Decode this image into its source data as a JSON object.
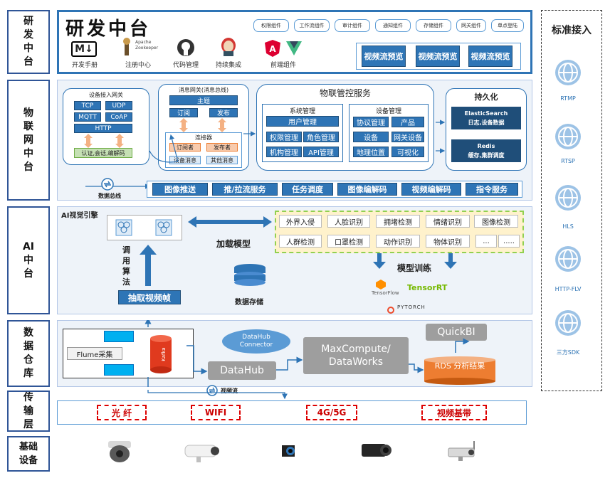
{
  "layers": {
    "rd": "研发中台",
    "iot": "物联网中台",
    "ai": "AI中台",
    "dw": "数据仓库",
    "trans": "传输层",
    "base": "基础设备"
  },
  "rd": {
    "title": "研发中台",
    "components": [
      "权限组件",
      "工作流组件",
      "审计组件",
      "通知组件",
      "存储组件",
      "网关组件",
      "单点登陆"
    ],
    "tools": [
      "开发手册",
      "注册中心",
      "代码管理",
      "持续集成",
      "前端组件"
    ],
    "zookeeper_text": "Apache Zookeeper",
    "video_preview": [
      "视频流预览",
      "视频流预览",
      "视频流预览"
    ]
  },
  "iot": {
    "device_gateway": {
      "title": "设备接入网关",
      "protocols": [
        "TCP",
        "UDP",
        "MQTT",
        "CoAP",
        "HTTP"
      ],
      "auth": "认证,会话,编解码"
    },
    "msg_gateway": {
      "title": "消息网关(消息总线)",
      "topic": "主题",
      "subscribe": "订阅",
      "publish": "发布",
      "connector": "连接器",
      "subscriber": "订阅者",
      "publisher": "发布者",
      "device_msg": "设备消息",
      "other_msg": "其他消息"
    },
    "control": {
      "title": "物联管控服务",
      "sys_title": "系统管理",
      "sys_items": [
        "用户管理",
        "权限管理",
        "角色管理",
        "机构管理",
        "API管理"
      ],
      "dev_title": "设备管理",
      "dev_items": [
        "协议管理",
        "产品",
        "设备",
        "网关设备",
        "地理位置",
        "可视化"
      ]
    },
    "persist": {
      "title": "持久化",
      "es_title": "ElasticSearch",
      "es_desc": "日志,设备数据",
      "redis_title": "Redis",
      "redis_desc": "缓存,集群调度"
    },
    "bus_label": "数据总线",
    "services": [
      "图像推送",
      "推/拉流服务",
      "任务调度",
      "图像编解码",
      "视频编解码",
      "指令服务"
    ]
  },
  "ai": {
    "title": "AI视觉引擎",
    "call_algo": "调用算法",
    "load_model": "加载模型",
    "extract": "抽取视频帧",
    "storage": "数据存储",
    "train": "模型训练",
    "models": [
      "外界入侵",
      "人脸识别",
      "拥堵检测",
      "情绪识别",
      "图像检测",
      "人群检测",
      "口罩检测",
      "动作识别",
      "物体识别",
      "...",
      "....."
    ],
    "frameworks": [
      "TensorFlow",
      "TensorRT",
      "PYTORCH"
    ]
  },
  "dw": {
    "flume": "Flume采集",
    "kafka": "Kafka",
    "hub_connector": "DataHub Connector",
    "datahub": "DataHub",
    "maxcompute": "MaxCompute/ DataWorks",
    "quickbi": "QuickBI",
    "rds": "RDS 分析结果",
    "video_stream": "视频流"
  },
  "trans": [
    "光 纤",
    "WIFI",
    "4G/5G",
    "视频基带"
  ],
  "standard": {
    "title": "标准接入",
    "protocols": [
      "RTMP",
      "RTSP",
      "HLS",
      "HTTP-FLV",
      "三方SDK"
    ]
  },
  "colors": {
    "accent": "#2e74b5",
    "label_border": "#2f5597",
    "red": "#d00000"
  }
}
